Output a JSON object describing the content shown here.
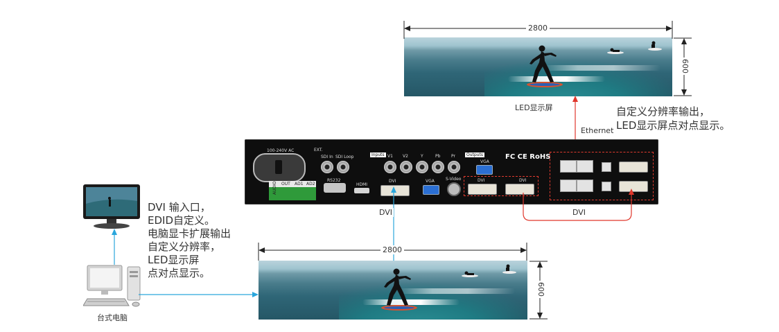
{
  "top_screen": {
    "width_label": "2800",
    "height_label": "600",
    "caption": "LED显示屏"
  },
  "bottom_screen": {
    "width_label": "2800",
    "height_label": "600"
  },
  "output_note": {
    "line1": "自定义分辨率输出，",
    "line2": "LED显示屏点对点显示。"
  },
  "input_note": {
    "line1": "DVI 输入口，",
    "line2": "EDID自定义。",
    "line3": "电脑显卡扩展输出",
    "line4": "自定义分辨率，",
    "line5": "LED显示屏",
    "line6": "点对点显示。"
  },
  "connections": {
    "ethernet_label": "Ethernet",
    "dvi_input_label": "DVI",
    "dvi_loop_label": "DVI"
  },
  "computer": {
    "label": "台式电脑"
  },
  "device_panel": {
    "power": "100-240V AC",
    "ext": "EXT.",
    "sdi_in": "SDI In",
    "sdi_loop": "SDI Loop",
    "inputs": "Inputs",
    "v1": "V1",
    "v2": "V2",
    "y": "Y",
    "pb": "Pb",
    "pr": "Pr",
    "outputs": "Outputs",
    "vga_out": "VGA",
    "vga_in": "VGA",
    "dvi_in": "DVI",
    "dvi_out1": "DVI",
    "dvi_out2": "DVI",
    "hdmi": "HDMI",
    "rs232": "RS232",
    "svideo": "S-Video",
    "audio": "AUDIO",
    "out": "OUT",
    "ad1": "AD1",
    "ad2": "AD2",
    "cert": "FC CE RoHS"
  },
  "colors": {
    "input_arrow": "#2aa6dc",
    "output_arrow": "#e0362b",
    "dimension": "#222222"
  }
}
